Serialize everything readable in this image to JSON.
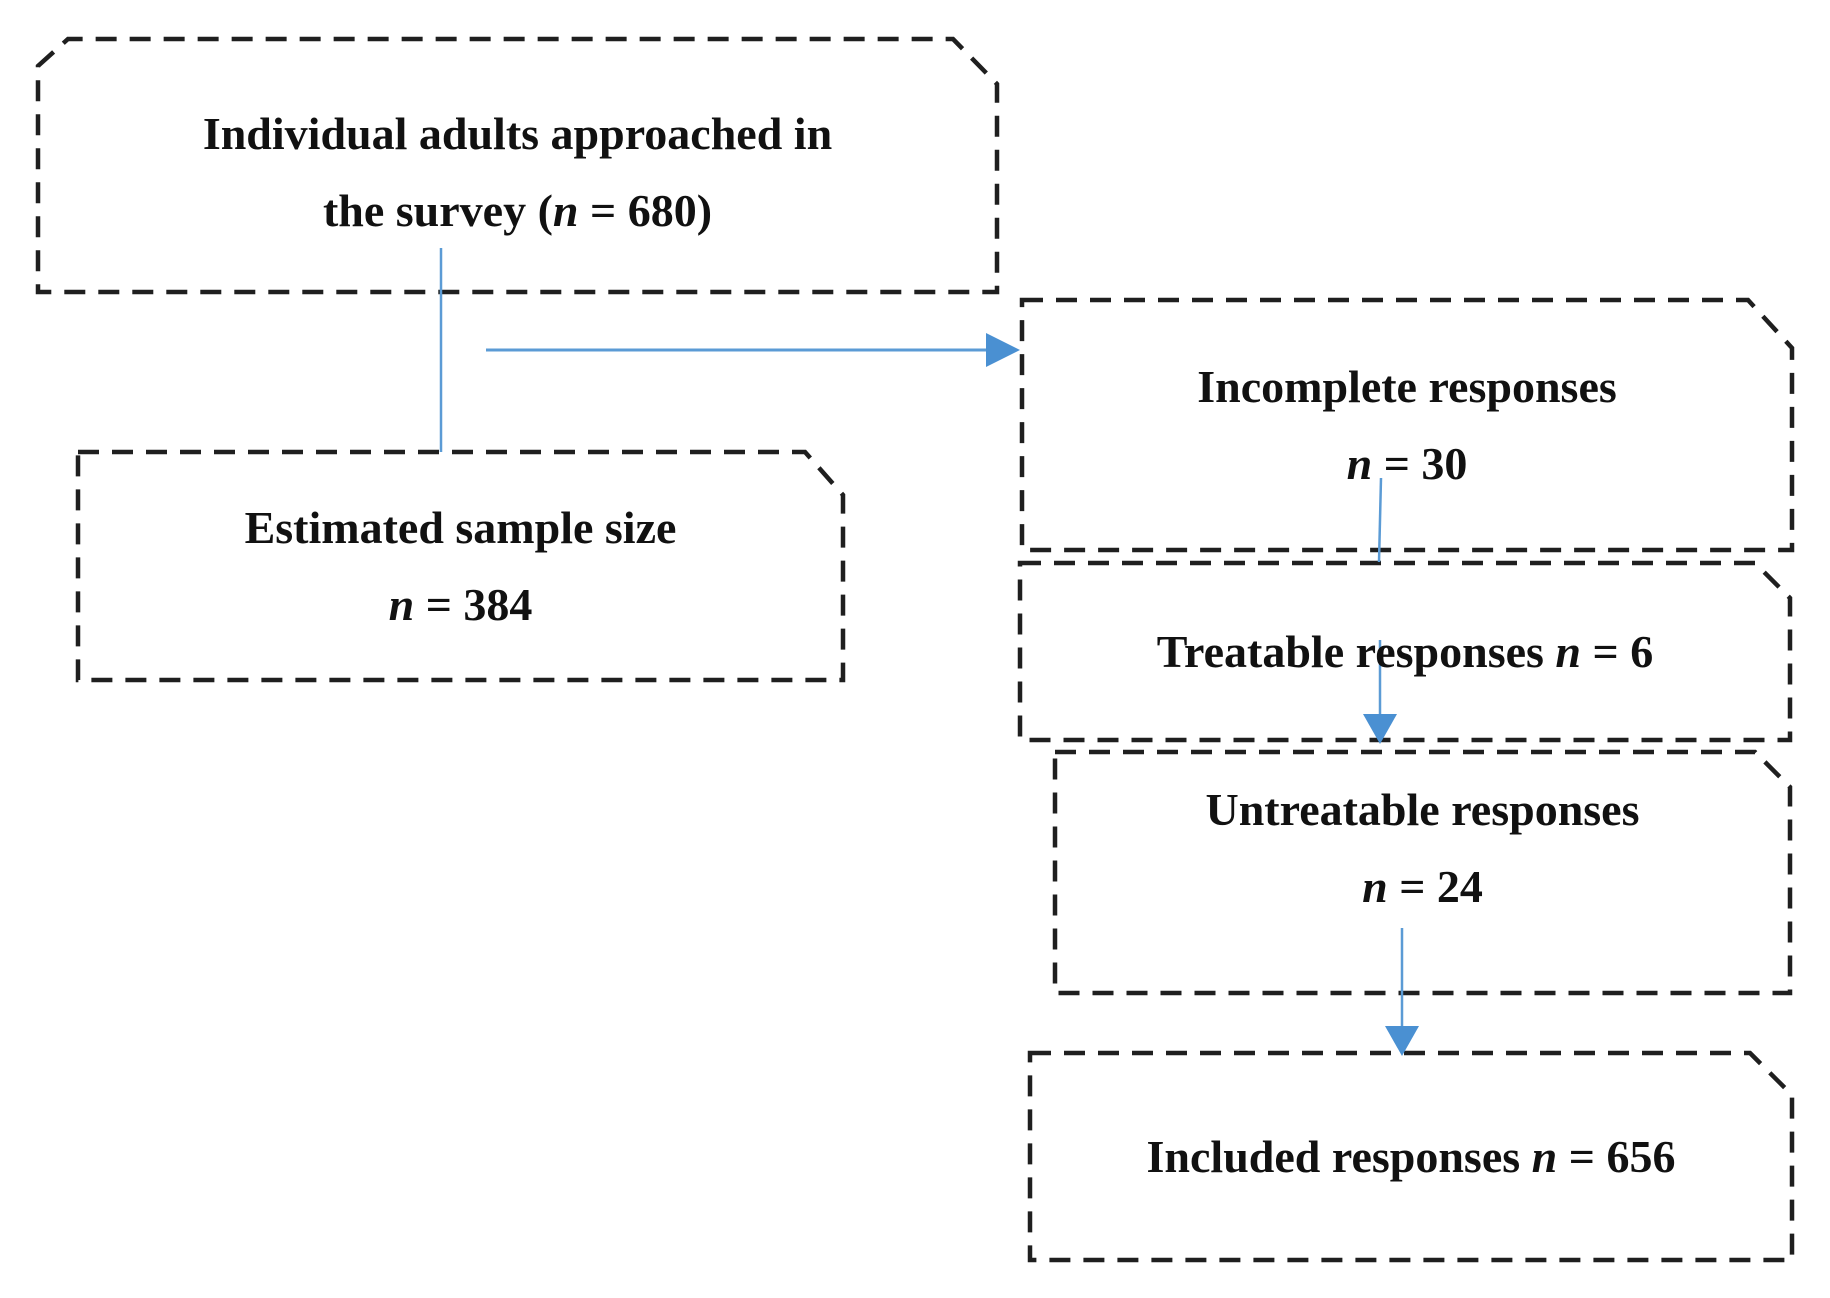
{
  "diagram": {
    "type": "flowchart",
    "colors": {
      "box_border": "#1f1f1f",
      "arrow_blue": "#5b9bd5",
      "arrowhead_blue": "#4a90d2",
      "text": "#111111",
      "background": "#ffffff"
    },
    "boxes": {
      "approached": {
        "line1": "Individual adults approached in",
        "line2_pre": "the survey (",
        "n": "n",
        "line2_post": " = 680)"
      },
      "estimated": {
        "line1": "Estimated sample size",
        "n": "n",
        "line2_post": " = 384"
      },
      "incomplete": {
        "line1": "Incomplete responses",
        "n": "n",
        "line2_post": " = 30"
      },
      "treatable": {
        "line1_pre": "Treatable responses ",
        "n": "n",
        "line1_post": " = 6"
      },
      "untreatable": {
        "line1": "Untreatable responses",
        "n": "n",
        "line2_post": " = 24"
      },
      "included": {
        "line1_pre": "Included responses ",
        "n": "n",
        "line1_post": " = 656"
      }
    },
    "connectors": [
      {
        "from": "approached",
        "to": "estimated",
        "style": "line"
      },
      {
        "from": "approached",
        "to": "incomplete",
        "style": "arrow"
      },
      {
        "from": "incomplete",
        "to": "treatable",
        "style": "line"
      },
      {
        "from": "treatable",
        "to": "untreatable",
        "style": "arrow"
      },
      {
        "from": "untreatable",
        "to": "included",
        "style": "arrow"
      }
    ]
  }
}
